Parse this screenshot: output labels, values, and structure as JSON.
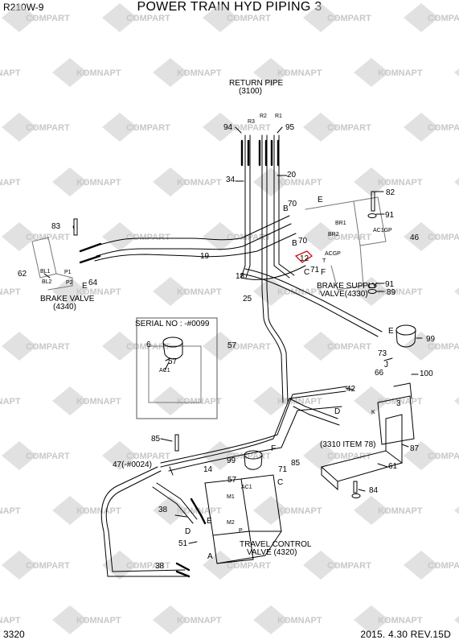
{
  "header": {
    "model": "R210W-9",
    "title": "POWER TRAIN HYD PIPING 3"
  },
  "footer": {
    "page": "3320",
    "date_rev": "2015. 4.30  REV.15D"
  },
  "watermark": {
    "text_a": "COMPART",
    "text_b": "KOMNAPT"
  },
  "callouts": {
    "return_pipe": "RETURN PIPE",
    "return_pipe_ref": "(3100)",
    "brake_supply": "BRAKE SUPPLY",
    "brake_supply_ref": "VALVE(4330)",
    "brake_valve": "BRAKE VALVE",
    "brake_valve_ref": "(4340)",
    "serial": "SERIAL NO : -#0099",
    "item78": "(3310 ITEM 78)",
    "travel": "TRAVEL CONTROL",
    "travel_ref": "VALVE (4320)",
    "p47": "47(-#0024)"
  },
  "parts": {
    "p3": "3",
    "p6": "6",
    "p12": "12",
    "p14": "14",
    "p18": "18",
    "p19": "19",
    "p20": "20",
    "p25": "25",
    "p34": "34",
    "p38a": "38",
    "p38b": "38",
    "p42": "42",
    "p46": "46",
    "p51": "51",
    "p57a": "57",
    "p57b": "57",
    "p57c": "57",
    "p61": "61",
    "p62": "62",
    "p64": "64",
    "p66": "66",
    "p70a": "70",
    "p70b": "70",
    "p71a": "71",
    "p71b": "71",
    "p73": "73",
    "p82": "82",
    "p83": "83",
    "p84": "84",
    "p85a": "85",
    "p85b": "85",
    "p87": "87",
    "p89": "89",
    "p91a": "91",
    "p91b": "91",
    "p94": "94",
    "p95": "95",
    "p99a": "99",
    "p99b": "99",
    "p100": "100"
  },
  "ports": {
    "r1": "R1",
    "r2": "R2",
    "r3": "R3",
    "br1": "BR1",
    "br2": "BR2",
    "ac1gp": "AC1GP",
    "acgp": "ACGP",
    "bl1": "BL1",
    "bl2": "BL2",
    "p1": "P1",
    "p2": "P2",
    "ac1a": "AC1",
    "ac1b": "AC1",
    "m1": "M1",
    "m2": "M2",
    "t": "T",
    "k": "K",
    "p": "P",
    "B1": "B",
    "B2": "B",
    "E1": "E",
    "E2": "E",
    "E3": "E",
    "E4": "E",
    "C1": "C",
    "C2": "C",
    "F1": "F",
    "F2": "F",
    "D1": "D",
    "D2": "D",
    "J": "J",
    "A": "A"
  },
  "colors": {
    "line": "#000000",
    "highlight": "#d01010",
    "watermark": "#c8c8c8"
  }
}
